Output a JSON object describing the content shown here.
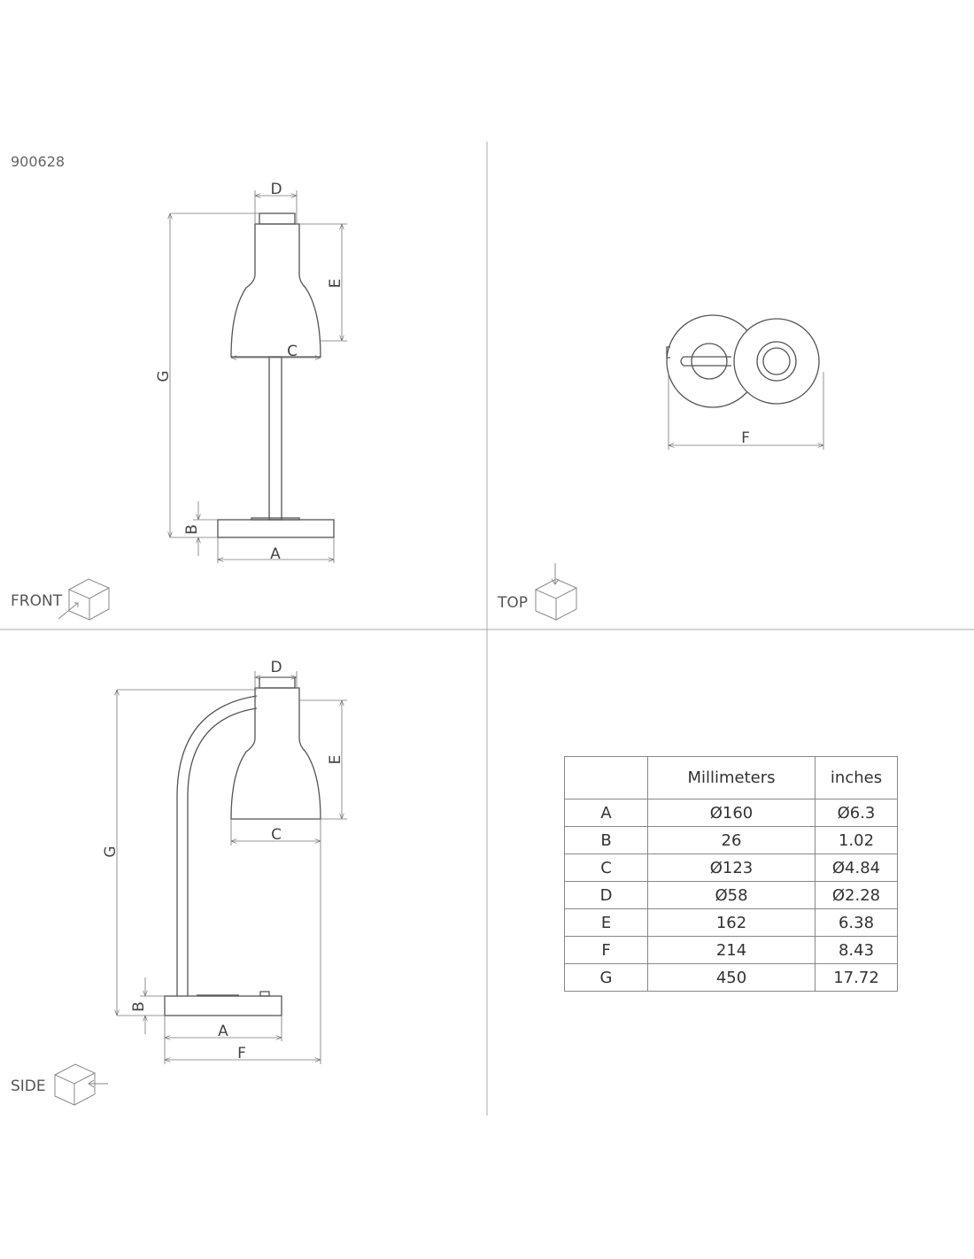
{
  "product_code": "900628",
  "views": {
    "front": "FRONT",
    "top": "TOP",
    "side": "SIDE"
  },
  "dimension_letters": {
    "A": "A",
    "B": "B",
    "C": "C",
    "D": "D",
    "E": "E",
    "F": "F",
    "G": "G"
  },
  "table": {
    "headers": [
      "",
      "Millimeters",
      "inches"
    ],
    "rows": [
      {
        "key": "A",
        "mm": "Ø160",
        "in": "Ø6.3"
      },
      {
        "key": "B",
        "mm": "26",
        "in": "1.02"
      },
      {
        "key": "C",
        "mm": "Ø123",
        "in": "Ø4.84"
      },
      {
        "key": "D",
        "mm": "Ø58",
        "in": "Ø2.28"
      },
      {
        "key": "E",
        "mm": "162",
        "in": "6.38"
      },
      {
        "key": "F",
        "mm": "214",
        "in": "8.43"
      },
      {
        "key": "G",
        "mm": "450",
        "in": "17.72"
      }
    ]
  }
}
